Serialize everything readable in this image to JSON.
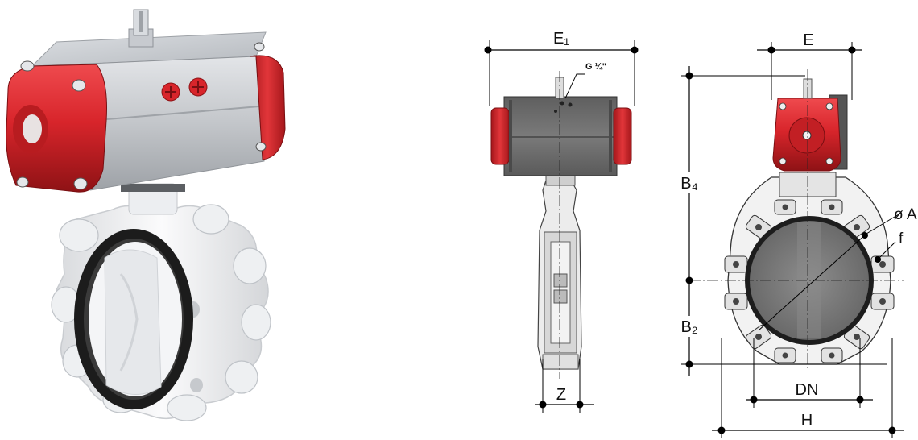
{
  "colors": {
    "actuator_red": "#d8252b",
    "actuator_dark_red": "#9e1518",
    "aluminium": "#c9ccd0",
    "housing_gray": "#6f6f6f",
    "valve_white": "#f1f2f4",
    "liner_black": "#1c1c1c",
    "disc_gray": "#7d7d7d",
    "dimension_line": "#000000"
  },
  "product_render": {
    "icon": "pneumatic-butterfly-valve-render"
  },
  "side_view": {
    "label_e1": "E₁",
    "port_callout": "G ¼\"",
    "label_z": "Z"
  },
  "front_view": {
    "label_e": "E",
    "label_b4": "B₄",
    "label_b2": "B₂",
    "label_a": "ø A",
    "label_f": "f",
    "label_dn": "DN",
    "label_h": "H"
  }
}
